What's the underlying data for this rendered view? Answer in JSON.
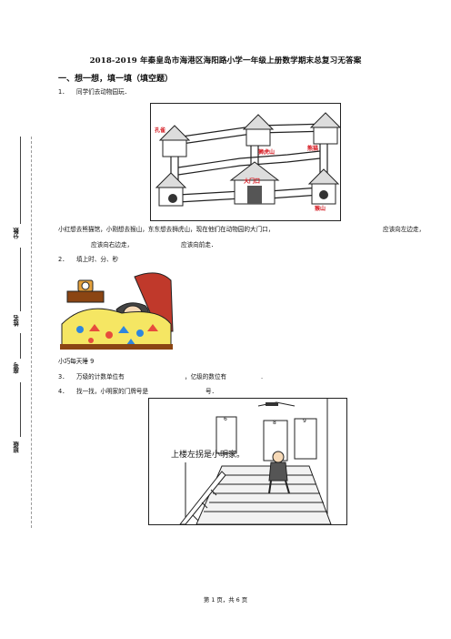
{
  "doc": {
    "title": "2018-2019 年秦皇岛市海港区海阳路小学一年级上册数学期末总复习无答案",
    "section": "一、想一想，填一填（填空题）",
    "footer": "第 1 页，共 6 页"
  },
  "margin_labels": [
    "分数",
    "姓名",
    "座号",
    "班级"
  ],
  "q1": {
    "num": "1．",
    "text": "同学们去动物园玩．",
    "labels": [
      "孔雀",
      "狮虎山",
      "熊猫",
      "大门口",
      "猴山"
    ],
    "body_line1": "小红想去熊猫馆，小刚想去猴山，东东想去狮虎山，现在他们在动物园的大门口，",
    "body_part2": "应该向左边走，",
    "body_line2a": "应该向右边走，",
    "body_line2b": "应该向前走．"
  },
  "q2": {
    "num": "2．",
    "text": "填上时、分、秒",
    "caption": "小巧每天睡 9"
  },
  "q3": {
    "num": "3．",
    "text_a": "万级的计数单位有",
    "text_b": "，亿级的数位有",
    "text_c": "."
  },
  "q4": {
    "num": "4．",
    "text_a": "找一找，小明家的门牌号是",
    "text_b": "号．",
    "door_numbers": [
      "6",
      "8",
      "9"
    ],
    "speech": "上楼左拐是小明家。"
  }
}
